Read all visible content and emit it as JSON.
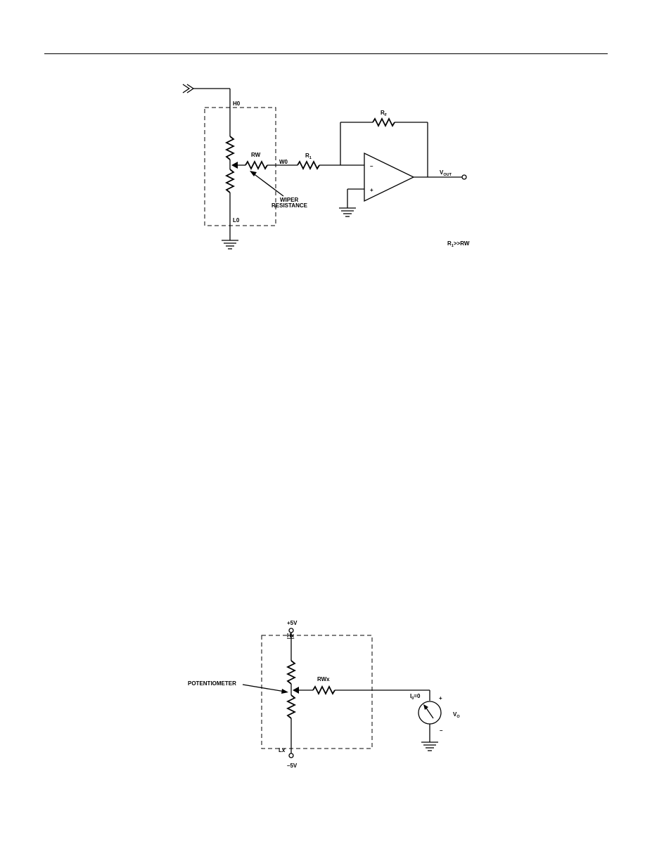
{
  "figure1": {
    "labels": {
      "h0": "H0",
      "l0": "L0",
      "rw": "RW",
      "w0": "W0",
      "r1_main": "R",
      "r1_sub": "1",
      "rf_main": "R",
      "rf_sub": "F",
      "minus": "–",
      "plus": "+",
      "vout_main": "V",
      "vout_sub": "OUT",
      "wiper_line1": "WIPER",
      "wiper_line2": "RESISTANCE",
      "note_main": "R",
      "note_sub": "1",
      "note_rest": ">>RW"
    }
  },
  "figure2": {
    "labels": {
      "plus5v": "+5V",
      "hx": "Hx",
      "lx": "Lx",
      "minus5v": "–5V",
      "rwx": "RWx",
      "potentiometer": "POTENTIOMETER",
      "i0_main": "I",
      "i0_sub": "0",
      "i0_rest": "=0",
      "meter_plus": "+",
      "meter_minus": "–",
      "vo_main": "V",
      "vo_sub": "O"
    }
  }
}
